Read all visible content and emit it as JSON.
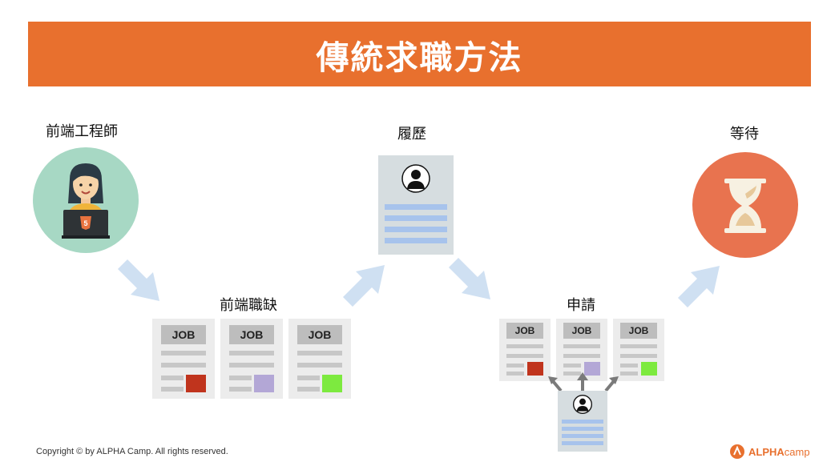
{
  "header": {
    "title": "傳統求職方法"
  },
  "steps": {
    "engineer": "前端工程師",
    "resume": "履歷",
    "wait": "等待",
    "openings": "前端職缺",
    "apply": "申請"
  },
  "job_card": {
    "tag": "JOB"
  },
  "colors": {
    "banner": "#e8702e",
    "arrow": "#cfe0f2",
    "job_red": "#c0341d",
    "job_purple": "#b3a7d6",
    "job_green": "#7dea3f",
    "avatar_bg": "#a7d8c4",
    "hourglass_bg": "#e8734f"
  },
  "footer": {
    "copyright": "Copyright © by ALPHA Camp. All rights reserved.",
    "brand_bold": "ALPHA",
    "brand_light": "camp"
  }
}
